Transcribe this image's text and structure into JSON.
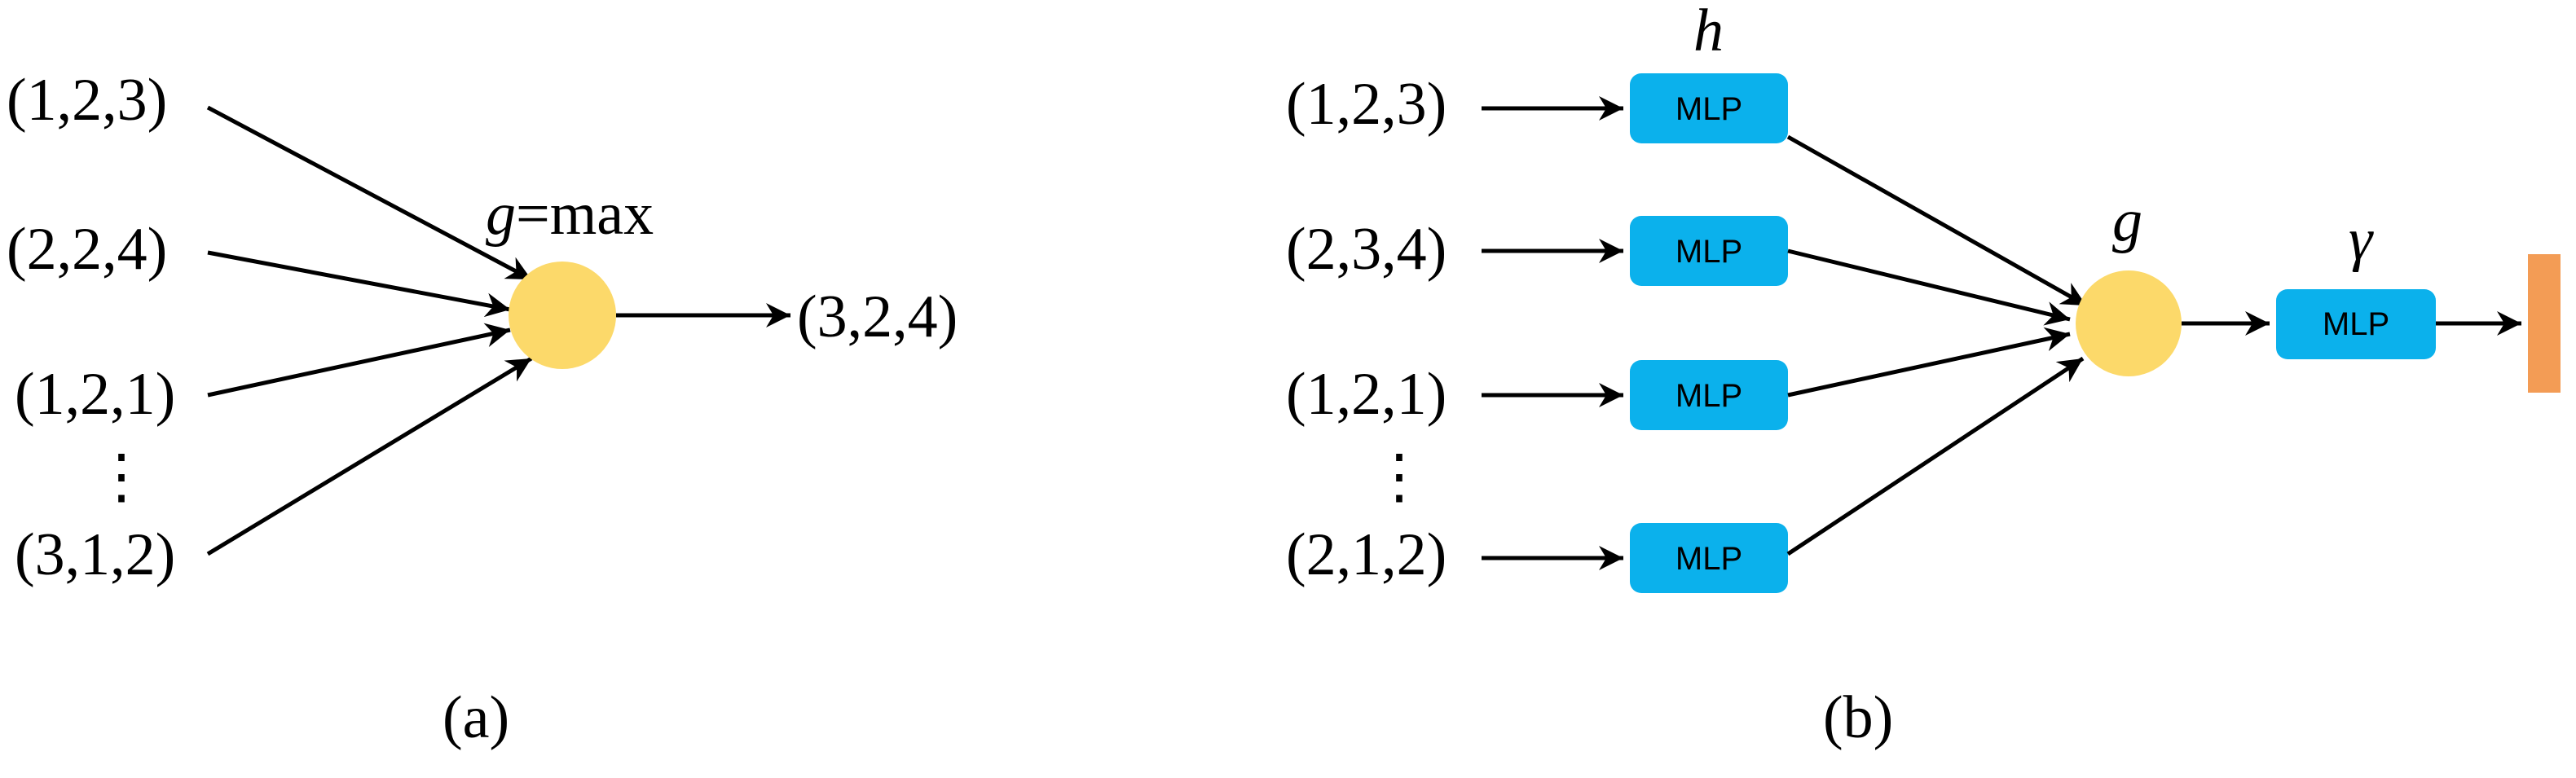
{
  "panel_a": {
    "inputs": [
      "(1,2,3)",
      "(2,2,4)",
      "(1,2,1)",
      "(3,1,2)"
    ],
    "ellipsis": "⋮",
    "node_label_var": "g",
    "node_label_rest": "=max",
    "output": "(3,2,4)",
    "caption": "(a)"
  },
  "panel_b": {
    "inputs": [
      "(1,2,3)",
      "(2,3,4)",
      "(1,2,1)",
      "(2,1,2)"
    ],
    "ellipsis": "⋮",
    "mlp_label": "MLP",
    "h_label": "h",
    "g_label": "g",
    "gamma_label": "γ",
    "caption": "(b)"
  },
  "colors": {
    "node": "#fcd96a",
    "mlp": "#0bb1ec",
    "output_bar": "#f39c55",
    "edge": "#000000"
  }
}
